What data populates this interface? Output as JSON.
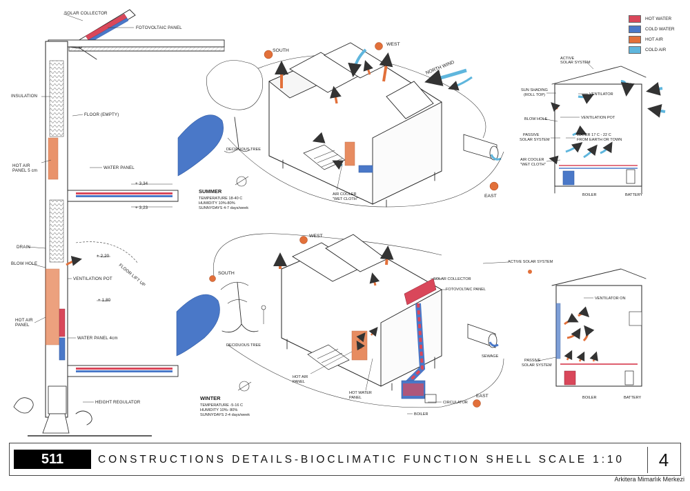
{
  "legend": [
    {
      "label": "HOT WATER",
      "color": "#d9475a"
    },
    {
      "label": "COLD WATER",
      "color": "#4a78c8"
    },
    {
      "label": "HOT AIR",
      "color": "#e2703a"
    },
    {
      "label": "COLD AIR",
      "color": "#5fb6dd"
    }
  ],
  "section_labels": {
    "solar_collector": "SOLAR COLLECTOR",
    "pv_panel": "FOTOVOLTAIC PANEL",
    "insulation": "INSULATION",
    "floor_empty": "FLOOR (EMPTY)",
    "hot_air_panel_5cm": "HOT AIR\nPANEL 5 cm",
    "water_panel": "WATER PANEL",
    "lvl_334": "+ 3,34",
    "lvl_323": "+ 3,23",
    "drain": "DRAIN",
    "blow_hole": "BLOW HOLE",
    "lvl_220": "+ 2,20",
    "floor_lift_up": "FLOOR LIFT UP",
    "ventilation_pot": "VENTILATION POT",
    "lvl_180": "+ 1,80",
    "hot_air_panel": "HOT AIR\nPANEL",
    "water_panel_4cm": "WATER PANEL 4cm",
    "height_regulator": "HEIGHT REGULATOR"
  },
  "summer": {
    "south": "SOUTH",
    "west": "WEST",
    "north_wind": "NORTH WIND",
    "east": "EAST",
    "deciduous_tree": "DECIDUOUS TREE",
    "air_cooler": "AIR COOLER\n\"WET CLOTH\"",
    "title": "SUMMER",
    "temperature": "TEMPERATURE 18-40 C",
    "humidity": "HUMIDITY 10%-80%",
    "sunnydays": "SUNNYDAYS 4-7 days/week"
  },
  "summer_section": {
    "active_solar": "ACTIVE\nSOLAR SYSTEM",
    "sun_shading": "SUN SHADING\n(ROLL TOP)",
    "ventilator": "VENTILATOR",
    "ventilation_pot": "VENTILATION POT",
    "blow_hole": "BLOW HOLE",
    "passive_solar": "PASSIVE\nSOLAR SYSTEM",
    "water_temp": "WATER 17 C - 22 C\nFROM EARTH OR TOWN",
    "air_cooler": "AIR COOLER\n\"WET CLOTH\"",
    "boiler": "BOILER",
    "battery": "BATTERY"
  },
  "winter": {
    "west": "WEST",
    "south": "SOUTH",
    "east": "EAST",
    "solar_collector": "SOLAR COLLECTOR",
    "pv_panel": "FOTOVOLTAIC PANEL",
    "deciduous_tree": "DECIDUOUS TREE",
    "sewage": "SEWAGE",
    "hot_air_panel": "HOT AIR\nPANEL",
    "hot_water_panel": "HOT WATER\nPANEL",
    "circulator": "CIRCULATOR",
    "boiler": "BOILER",
    "title": "WINTER",
    "temperature": "TEMPERATURE -5-16 C",
    "humidity": "HUMIDITY 10%- 80%",
    "sunnydays": "SUNNYDAYS 2-4 days/week"
  },
  "winter_section": {
    "active_solar": "ACTIVE SOLAR SYSTEM",
    "ventilator_on": "VENTILATOR ON",
    "passive_solar": "PASSIVE\nSOLAR SYSTEM",
    "boiler": "BOILER",
    "battery": "BATTERY"
  },
  "footer": {
    "page_number": "511",
    "title": "CONSTRUCTIONS DETAILS-BIOCLIMATIC FUNCTION SHELL SCALE 1:10",
    "sheet_number": "4",
    "credit": "Arkitera Mimarlık Merkezi"
  }
}
